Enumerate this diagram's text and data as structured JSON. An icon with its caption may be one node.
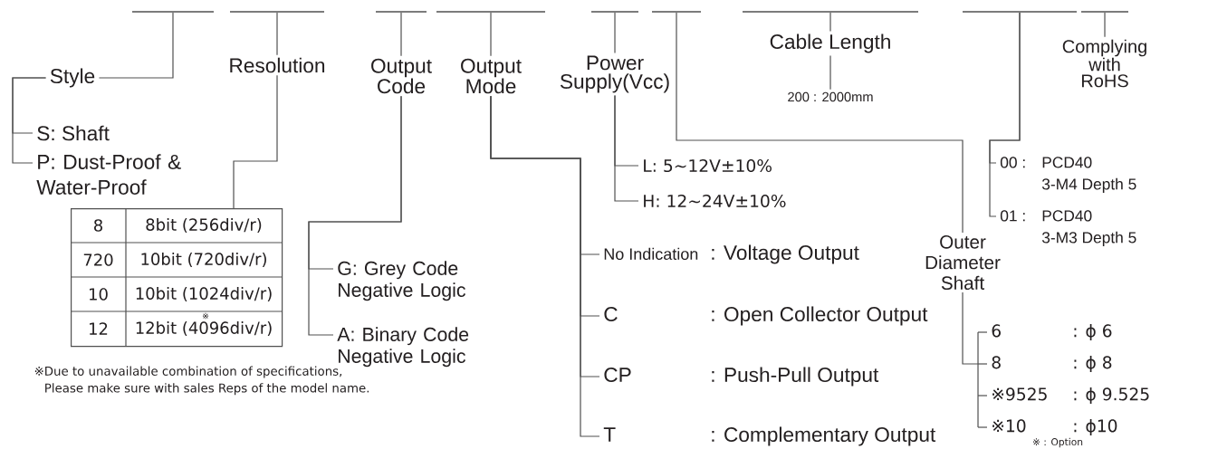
{
  "diagram": {
    "nodes": [
      {
        "text": [],
        "shape": "bar"
      },
      {
        "text": [],
        "shape": "bar"
      },
      {
        "text": [],
        "shape": "bar"
      },
      {
        "text": [],
        "shape": "bar"
      },
      {
        "text": [],
        "shape": "bar"
      },
      {
        "text": [],
        "shape": "bar"
      },
      {
        "text": [],
        "shape": "bar"
      },
      {
        "text": [],
        "shape": "bar"
      },
      {
        "text": [],
        "shape": "bar"
      },
      {
        "text": [
          "Style"
        ]
      },
      {
        "text": [
          "Resolution"
        ]
      },
      {
        "text": [
          "Output Code"
        ]
      },
      {
        "text": [
          "Output Mode"
        ]
      },
      {
        "text": [
          "Power Supply(Vcc)"
        ]
      },
      {
        "text": [
          "Outer Diameter Shaft"
        ]
      },
      {
        "text": [
          "Cable Length"
        ]
      },
      {
        "text": [
          "Complying with RoHS"
        ]
      },
      {
        "text": [
          "S: Shaft"
        ]
      },
      {
        "text": [
          "P: Dust-Proof & Water-Proof"
        ]
      },
      {
        "text": [
          "8",
          "8bit (256div/r)",
          "720",
          "10bit (720div/r)",
          "10",
          "10bit (1024div/r)",
          "12",
          "12bit (4096div/r)"
        ]
      },
      {
        "text": [
          "G: Grey Code Negative Logic"
        ]
      },
      {
        "text": [
          "A: Binary Code Negative Logic"
        ]
      },
      {
        "text": [
          "L: 5∼12V±10%"
        ]
      },
      {
        "text": [
          "H: 12∼24V±10%"
        ]
      },
      {
        "text": [
          "No Indication",
          ": Voltage Output"
        ]
      },
      {
        "text": [
          "C",
          ": Open Collector Output"
        ]
      },
      {
        "text": [
          "CP",
          ": Push-Pull Output"
        ]
      },
      {
        "text": [
          "T",
          ": Complementary Output"
        ]
      },
      {
        "text": [
          "200 : 2000mm"
        ]
      },
      {
        "text": [
          "00 :",
          "PCD40 3-M4 Depth 5"
        ]
      },
      {
        "text": [
          "01 :",
          "PCD40 3-M3 Depth 5"
        ]
      },
      {
        "text": [
          "6",
          ": ϕ 6"
        ]
      },
      {
        "text": [
          "8",
          ": ϕ 8"
        ]
      },
      {
        "text": [
          "※9525",
          ": ϕ 9.525"
        ]
      },
      {
        "text": [
          "※10",
          ": ϕ10"
        ]
      }
    ],
    "edges": [
      {
        "from": 0,
        "to": 9,
        "arrow": "none"
      },
      {
        "from": 9,
        "to": 17,
        "arrow": "none"
      },
      {
        "from": 9,
        "to": 18,
        "arrow": "none"
      },
      {
        "from": 1,
        "to": 10,
        "arrow": "none"
      },
      {
        "from": 10,
        "to": 19,
        "arrow": "none"
      },
      {
        "from": 2,
        "to": 11,
        "arrow": "none"
      },
      {
        "from": 11,
        "to": 20,
        "arrow": "none"
      },
      {
        "from": 11,
        "to": 21,
        "arrow": "none"
      },
      {
        "from": 3,
        "to": 12,
        "arrow": "none"
      },
      {
        "from": 12,
        "to": 24,
        "arrow": "none"
      },
      {
        "from": 12,
        "to": 25,
        "arrow": "none"
      },
      {
        "from": 12,
        "to": 26,
        "arrow": "none"
      },
      {
        "from": 12,
        "to": 27,
        "arrow": "none"
      },
      {
        "from": 4,
        "to": 13,
        "arrow": "none"
      },
      {
        "from": 13,
        "to": 22,
        "arrow": "none"
      },
      {
        "from": 13,
        "to": 23,
        "arrow": "none"
      },
      {
        "from": 5,
        "to": 14,
        "arrow": "none"
      },
      {
        "from": 6,
        "to": 15,
        "arrow": "none"
      },
      {
        "from": 15,
        "to": 28,
        "arrow": "none"
      },
      {
        "from": 7,
        "to": 29,
        "arrow": "none"
      },
      {
        "from": 7,
        "to": 30,
        "arrow": "none"
      },
      {
        "from": 8,
        "to": 16,
        "arrow": "none"
      },
      {
        "from": 14,
        "to": 31,
        "arrow": "none"
      },
      {
        "from": 14,
        "to": 32,
        "arrow": "none"
      },
      {
        "from": 14,
        "to": 33,
        "arrow": "none"
      },
      {
        "from": 14,
        "to": 34,
        "arrow": "none"
      }
    ],
    "labels": [
      "※",
      "※Due to unavailable combination of specifications, Please make sure with sales Reps of the model name.",
      "※ : Option"
    ]
  }
}
